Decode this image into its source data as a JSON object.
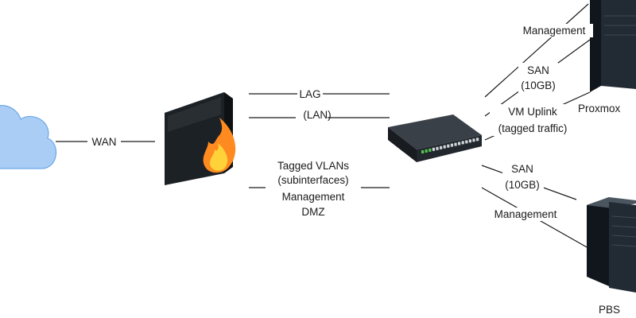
{
  "diagram": {
    "nodes": {
      "internet": {
        "icon": "cloud-icon"
      },
      "firewall": {
        "icon": "firewall-icon"
      },
      "switch": {
        "icon": "network-switch-icon"
      },
      "proxmox": {
        "label": "Proxmox",
        "icon": "server-tower-icon"
      },
      "pbs": {
        "label": "PBS",
        "icon": "server-tower-icon"
      }
    },
    "edges": {
      "wan": "WAN",
      "lag_line1": "LAG",
      "lag_line2": "(LAN)",
      "vlans_line1": "Tagged  VLANs",
      "vlans_line2": "(subinterfaces)",
      "vlans_line3": "Management",
      "vlans_line4": "DMZ",
      "proxmox_mgmt": "Management",
      "proxmox_san_line1": "SAN",
      "proxmox_san_line2": "(10GB)",
      "vm_uplink_line1": "VM Uplink",
      "vm_uplink_line2": "(tagged traffic)",
      "pbs_san_line1": "SAN",
      "pbs_san_line2": "(10GB)",
      "pbs_mgmt": "Management"
    },
    "colors": {
      "cloud": "#a9cdf5",
      "cloud_stroke": "#6fa7e6",
      "device_dark": "#1c2126",
      "server_dark": "#222a33",
      "switch_body": "#3a4048",
      "port_green": "#52c752",
      "flame_orange": "#ff8a1f",
      "flame_yellow": "#ffd23a"
    }
  }
}
